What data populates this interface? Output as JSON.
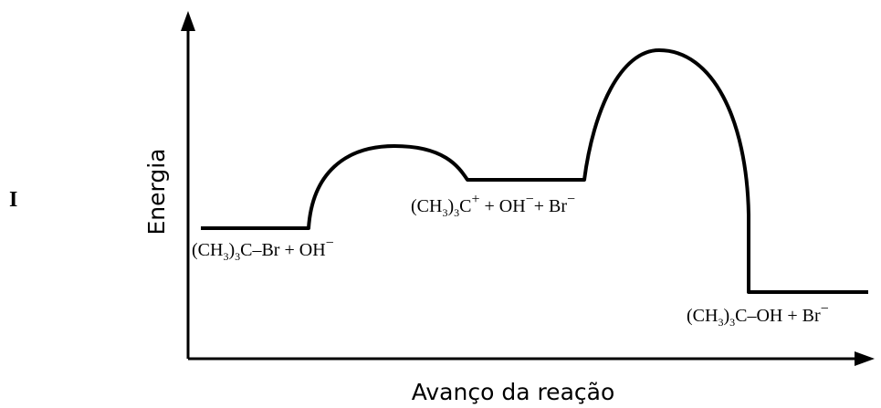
{
  "figure": {
    "panel_label": "I",
    "y_axis_label": "Energia",
    "x_axis_label": "Avanço da reação"
  },
  "species": {
    "reactants": {
      "a": "(CH",
      "sub": "3",
      "b": ")",
      "sub2": "3",
      "c": "C–Br + OH",
      "sup": "−"
    },
    "intermediate": {
      "a": "(CH",
      "sub": "3",
      "b": ")",
      "sub2": "3",
      "c": "C",
      "sup1": "+",
      "d": " + OH",
      "sup2": "−",
      "e": "+ Br",
      "sup3": "−"
    },
    "products": {
      "a": "(CH",
      "sub": "3",
      "b": ")",
      "sub2": "3",
      "c": "C–OH + Br",
      "sup": "−"
    }
  },
  "colors": {
    "ink": "#000000",
    "background": "#ffffff"
  }
}
